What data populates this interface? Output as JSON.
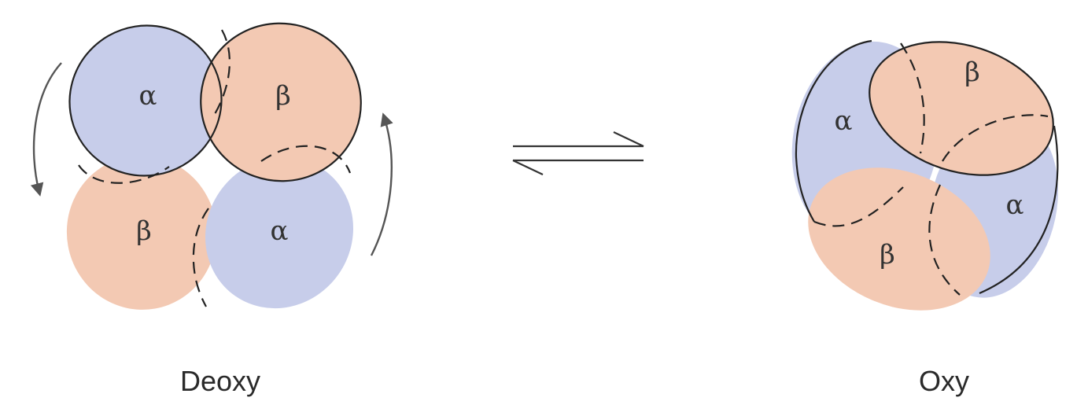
{
  "colors": {
    "alpha_fill": "#c7cdea",
    "beta_fill": "#f3c9b3",
    "outline": "#222222",
    "arrow": "#555555"
  },
  "deoxy": {
    "caption": "Deoxy",
    "labels": {
      "alpha_top_left": "α",
      "beta_top_right": "β",
      "beta_bottom_left": "β",
      "alpha_bottom_right": "α"
    }
  },
  "oxy": {
    "caption": "Oxy",
    "labels": {
      "alpha_left": "α",
      "beta_top": "β",
      "beta_bottom": "β",
      "alpha_right": "α"
    }
  },
  "equilibrium_icon": "equilibrium-arrows-icon",
  "rotation_icon": "rotation-arrow-icon"
}
